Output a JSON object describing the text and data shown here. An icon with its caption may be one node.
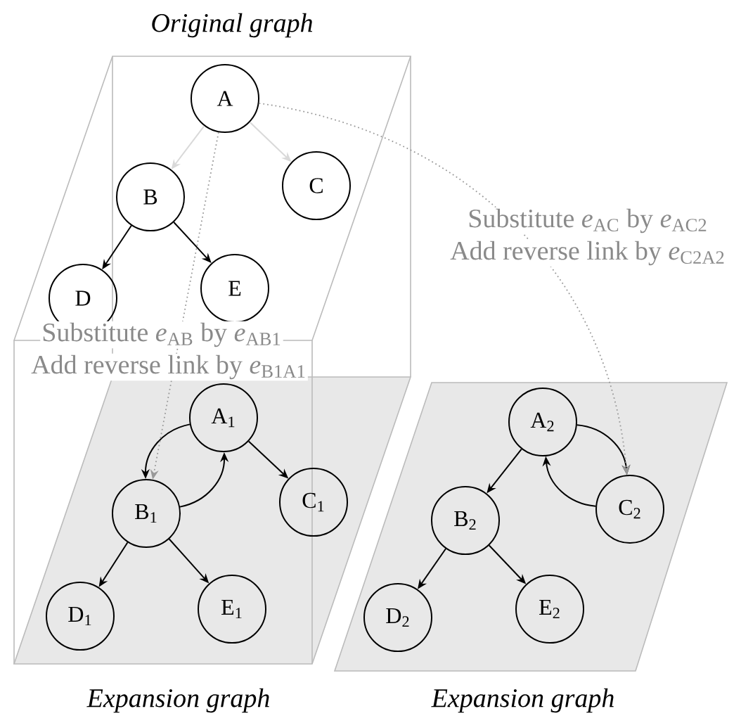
{
  "diagram": {
    "nodes": [
      {
        "text": [
          "Original graph"
        ]
      },
      {
        "text": [
          "A"
        ],
        "in": 0
      },
      {
        "text": [
          "B"
        ],
        "in": 0
      },
      {
        "text": [
          "C"
        ],
        "in": 0
      },
      {
        "text": [
          "D"
        ],
        "in": 0
      },
      {
        "text": [
          "E"
        ],
        "in": 0
      },
      {
        "text": [
          "Expansion graph"
        ]
      },
      {
        "text": [
          "A$_{1}$"
        ],
        "in": 6
      },
      {
        "text": [
          "B$_{1}$"
        ],
        "in": 6
      },
      {
        "text": [
          "C$_{1}$"
        ],
        "in": 6
      },
      {
        "text": [
          "D$_{1}$"
        ],
        "in": 6
      },
      {
        "text": [
          "E$_{1}$"
        ],
        "in": 6
      },
      {
        "text": [
          "Expansion graph"
        ]
      },
      {
        "text": [
          "A$_{2}$"
        ],
        "in": 12
      },
      {
        "text": [
          "B$_{2}$"
        ],
        "in": 12
      },
      {
        "text": [
          "C$_{2}$"
        ],
        "in": 12
      },
      {
        "text": [
          "D$_{2}$"
        ],
        "in": 12
      },
      {
        "text": [
          "E$_{2}$"
        ],
        "in": 12
      }
    ],
    "edges": [
      {
        "from": 1,
        "to": 2,
        "arrow": "to",
        "color": "#d9d9d9"
      },
      {
        "from": 1,
        "to": 3,
        "arrow": "to",
        "color": "#d9d9d9"
      },
      {
        "from": 2,
        "to": 4,
        "arrow": "to"
      },
      {
        "from": 2,
        "to": 5,
        "arrow": "to"
      },
      {
        "from": 7,
        "to": 8,
        "arrow": "to"
      },
      {
        "from": 8,
        "to": 7,
        "arrow": "to"
      },
      {
        "from": 7,
        "to": 9,
        "arrow": "to"
      },
      {
        "from": 8,
        "to": 10,
        "arrow": "to"
      },
      {
        "from": 8,
        "to": 11,
        "arrow": "to"
      },
      {
        "from": 13,
        "to": 14,
        "arrow": "to"
      },
      {
        "from": 13,
        "to": 15,
        "arrow": "to"
      },
      {
        "from": 15,
        "to": 13,
        "arrow": "to"
      },
      {
        "from": 14,
        "to": 16,
        "arrow": "to"
      },
      {
        "from": 14,
        "to": 17,
        "arrow": "to"
      },
      {
        "from": 1,
        "to": 8,
        "arrow": "to",
        "style": "dashed",
        "color": "#999999",
        "label": "Substitute *e*$_{AB}$ by *e*$_{AB1}$"
      },
      {
        "from": 1,
        "to": 15,
        "arrow": "to",
        "style": "dashed",
        "color": "#999999",
        "label": "Substitute *e*$_{AC}$ by *e*$_{AC2}$"
      }
    ],
    "labels": [
      "Add reverse link by *e*$_{B1A1}$",
      "Add reverse link by *e*$_{C2A2}$"
    ]
  }
}
